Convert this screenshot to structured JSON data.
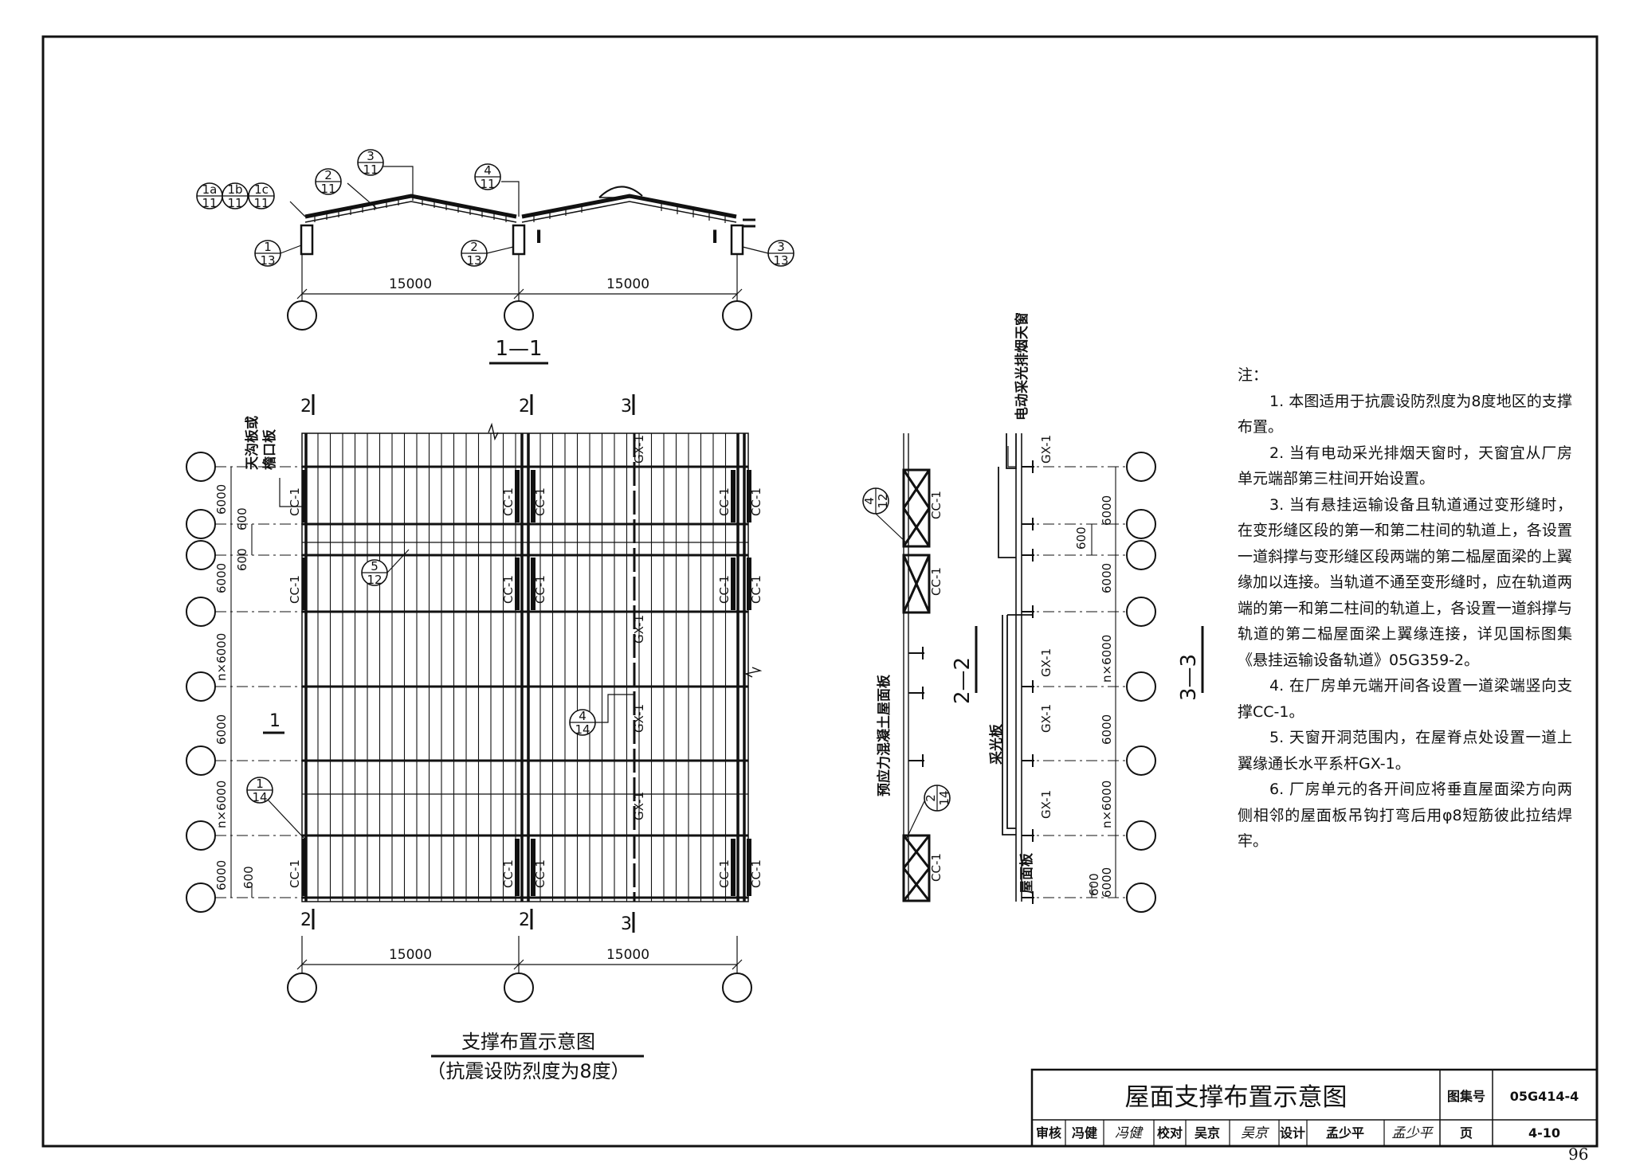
{
  "section_1_1": {
    "title": "1—1",
    "dims": [
      "15000",
      "15000"
    ],
    "callouts": [
      {
        "top": "1a",
        "bottom": "11"
      },
      {
        "top": "1b",
        "bottom": "11"
      },
      {
        "top": "1c",
        "bottom": "11"
      },
      {
        "top": "2",
        "bottom": "11"
      },
      {
        "top": "3",
        "bottom": "11"
      },
      {
        "top": "4",
        "bottom": "11"
      },
      {
        "top": "1",
        "bottom": "13"
      },
      {
        "top": "2",
        "bottom": "13"
      },
      {
        "top": "3",
        "bottom": "13"
      }
    ]
  },
  "plan": {
    "title": "支撑布置示意图",
    "subtitle": "（抗震设防烈度为8度）",
    "label_gutter": "天沟板或檐口板",
    "cut_labels": {
      "two": "2",
      "three": "3",
      "one": "1"
    },
    "dims_bottom": [
      "15000",
      "15000"
    ],
    "dims_left": [
      "6000",
      "600",
      "6000",
      "600",
      "n×6000",
      "6000",
      "n×6000",
      "6000",
      "600"
    ],
    "brace_cc": "CC-1",
    "brace_gx": "GX-1",
    "callouts": [
      {
        "top": "5",
        "bottom": "12"
      },
      {
        "top": "4",
        "bottom": "14"
      },
      {
        "top": "1",
        "bottom": "14"
      }
    ]
  },
  "section_2_2": {
    "title": "2—2",
    "label_slab": "预应力混凝土屋面板",
    "brace": "CC-1",
    "callouts": [
      {
        "top": "4",
        "bottom": "12"
      },
      {
        "top": "2",
        "bottom": "14"
      }
    ]
  },
  "section_3_3": {
    "title": "3—3",
    "label_skylight": "电动采光排烟天窗",
    "label_light_panel": "采光板",
    "label_roof_panel": "屋面板",
    "brace": "GX-1",
    "dims": [
      "6000",
      "600",
      "6000",
      "n×6000",
      "6000",
      "n×6000",
      "600",
      "6000"
    ]
  },
  "notes": {
    "heading": "注：",
    "items": [
      "1. 本图适用于抗震设防烈度为8度地区的支撑布置。",
      "2. 当有电动采光排烟天窗时，天窗宜从厂房单元端部第三柱间开始设置。",
      "3. 当有悬挂运输设备且轨道通过变形缝时，在变形缝区段的第一和第二柱间的轨道上，各设置一道斜撑与变形缝区段两端的第二榀屋面梁的上翼缘加以连接。当轨道不通至变形缝时，应在轨道两端的第一和第二柱间的轨道上，各设置一道斜撑与轨道的第二榀屋面梁上翼缘连接，详见国标图集《悬挂运输设备轨道》05G359-2。",
      "4. 在厂房单元端开间各设置一道梁端竖向支撑CC-1。",
      "5. 天窗开洞范围内，在屋脊点处设置一道上翼缘通长水平系杆GX-1。",
      "6. 厂房单元的各开间应将垂直屋面梁方向两侧相邻的屋面板吊钩打弯后用φ8短筋彼此拉结焊牢。"
    ]
  },
  "title_block": {
    "drawing_title": "屋面支撑布置示意图",
    "atlas_label": "图集号",
    "atlas_no": "05G414-4",
    "page_label": "页",
    "page_no": "4-10",
    "review_label": "审核",
    "reviewer": "冯健",
    "reviewer_sig": "冯健",
    "check_label": "校对",
    "checker": "吴京",
    "checker_sig": "吴京",
    "design_label": "设计",
    "designer": "孟少平",
    "designer_sig": "孟少平"
  },
  "page_number": "96"
}
